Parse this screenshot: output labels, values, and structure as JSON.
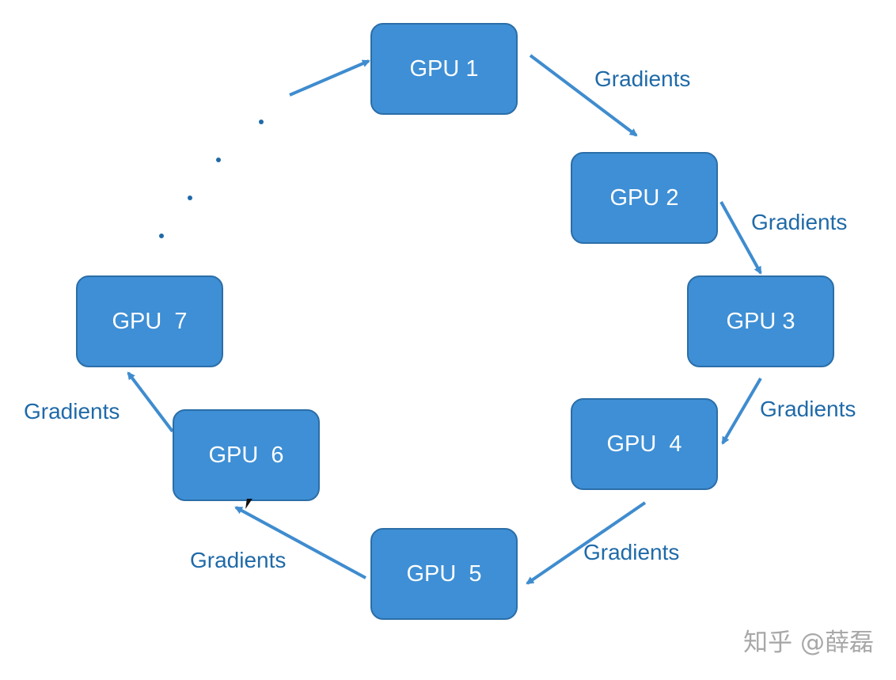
{
  "nodes": [
    {
      "id": "gpu1",
      "label": "GPU 1"
    },
    {
      "id": "gpu2",
      "label": "GPU 2"
    },
    {
      "id": "gpu3",
      "label": "GPU 3"
    },
    {
      "id": "gpu4",
      "label": "GPU  4"
    },
    {
      "id": "gpu5",
      "label": "GPU  5"
    },
    {
      "id": "gpu6",
      "label": "GPU  6"
    },
    {
      "id": "gpu7",
      "label": "GPU  7"
    }
  ],
  "edges": [
    {
      "from": "gpu1",
      "to": "gpu2",
      "label": "Gradients"
    },
    {
      "from": "gpu2",
      "to": "gpu3",
      "label": "Gradients"
    },
    {
      "from": "gpu3",
      "to": "gpu4",
      "label": "Gradients"
    },
    {
      "from": "gpu4",
      "to": "gpu5",
      "label": "Gradients"
    },
    {
      "from": "gpu5",
      "to": "gpu6",
      "label": "Gradients"
    },
    {
      "from": "gpu6",
      "to": "gpu7",
      "label": "Gradients"
    },
    {
      "from": "ellipsis",
      "to": "gpu1",
      "label": ""
    }
  ],
  "watermark": "知乎 @薛磊",
  "colors": {
    "node_fill": "#3e8fd5",
    "node_border": "#2b6ea8",
    "arrow": "#3f8ccf",
    "text": "#1f6aa8"
  }
}
